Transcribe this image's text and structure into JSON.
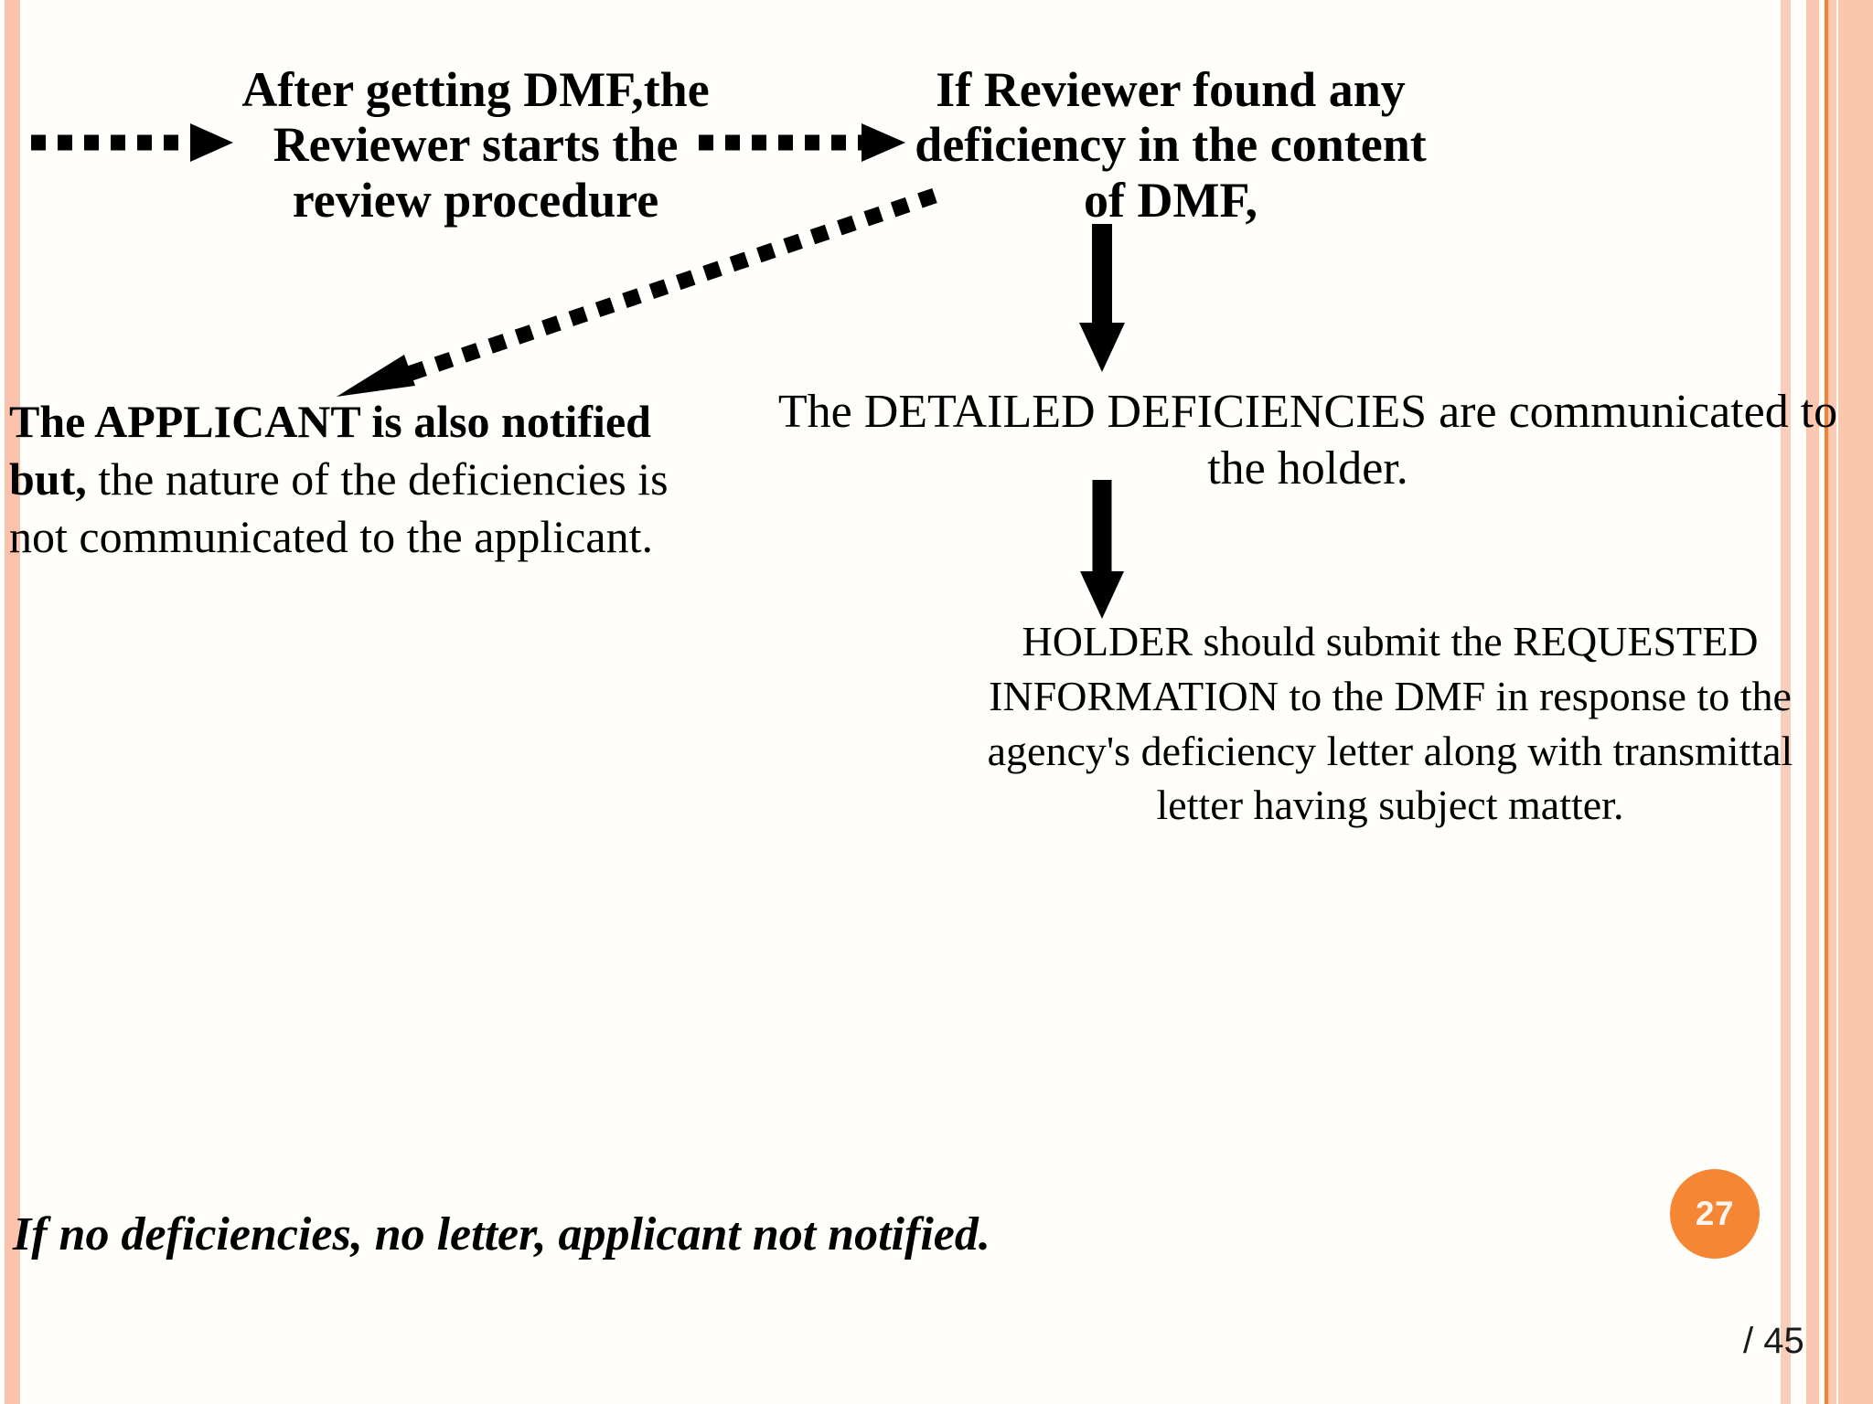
{
  "slide": {
    "accent_color": "#f58634",
    "stripe_color": "#fbc3ab",
    "stripe_accent_color": "#f58233",
    "background_color": "#fffefb"
  },
  "flow": {
    "node_top_left": {
      "text": "After getting DMF,the Reviewer starts the review procedure",
      "style": "bold"
    },
    "node_top_right": {
      "text": "If Reviewer found any deficiency in the content of DMF,",
      "style": "bold"
    },
    "node_applicant": {
      "bold_part": "The APPLICANT is also notified but,",
      "rest_part": " the nature of the deficiencies is not communicated to the applicant."
    },
    "node_detailed": {
      "text": "The DETAILED DEFICIENCIES are communicated to the holder."
    },
    "node_holder": {
      "text": "HOLDER should submit the REQUESTED INFORMATION to the DMF in response to the agency's deficiency letter along with transmittal letter having subject matter."
    },
    "footnote": {
      "text": "If no deficiencies, no letter, applicant not notified."
    },
    "connectors": [
      {
        "name": "dotted-arrow-into-top-left",
        "kind": "dotted",
        "direction": "right"
      },
      {
        "name": "dotted-arrow-top-left-to-top-right",
        "kind": "dotted",
        "direction": "right"
      },
      {
        "name": "dotted-arrow-top-right-to-applicant",
        "kind": "dotted",
        "direction": "down-left"
      },
      {
        "name": "solid-arrow-top-right-to-detailed",
        "kind": "solid",
        "direction": "down"
      },
      {
        "name": "solid-arrow-detailed-to-holder",
        "kind": "solid",
        "direction": "down"
      }
    ]
  },
  "footer": {
    "page_number": "27",
    "slide_counter": "/ 45"
  }
}
